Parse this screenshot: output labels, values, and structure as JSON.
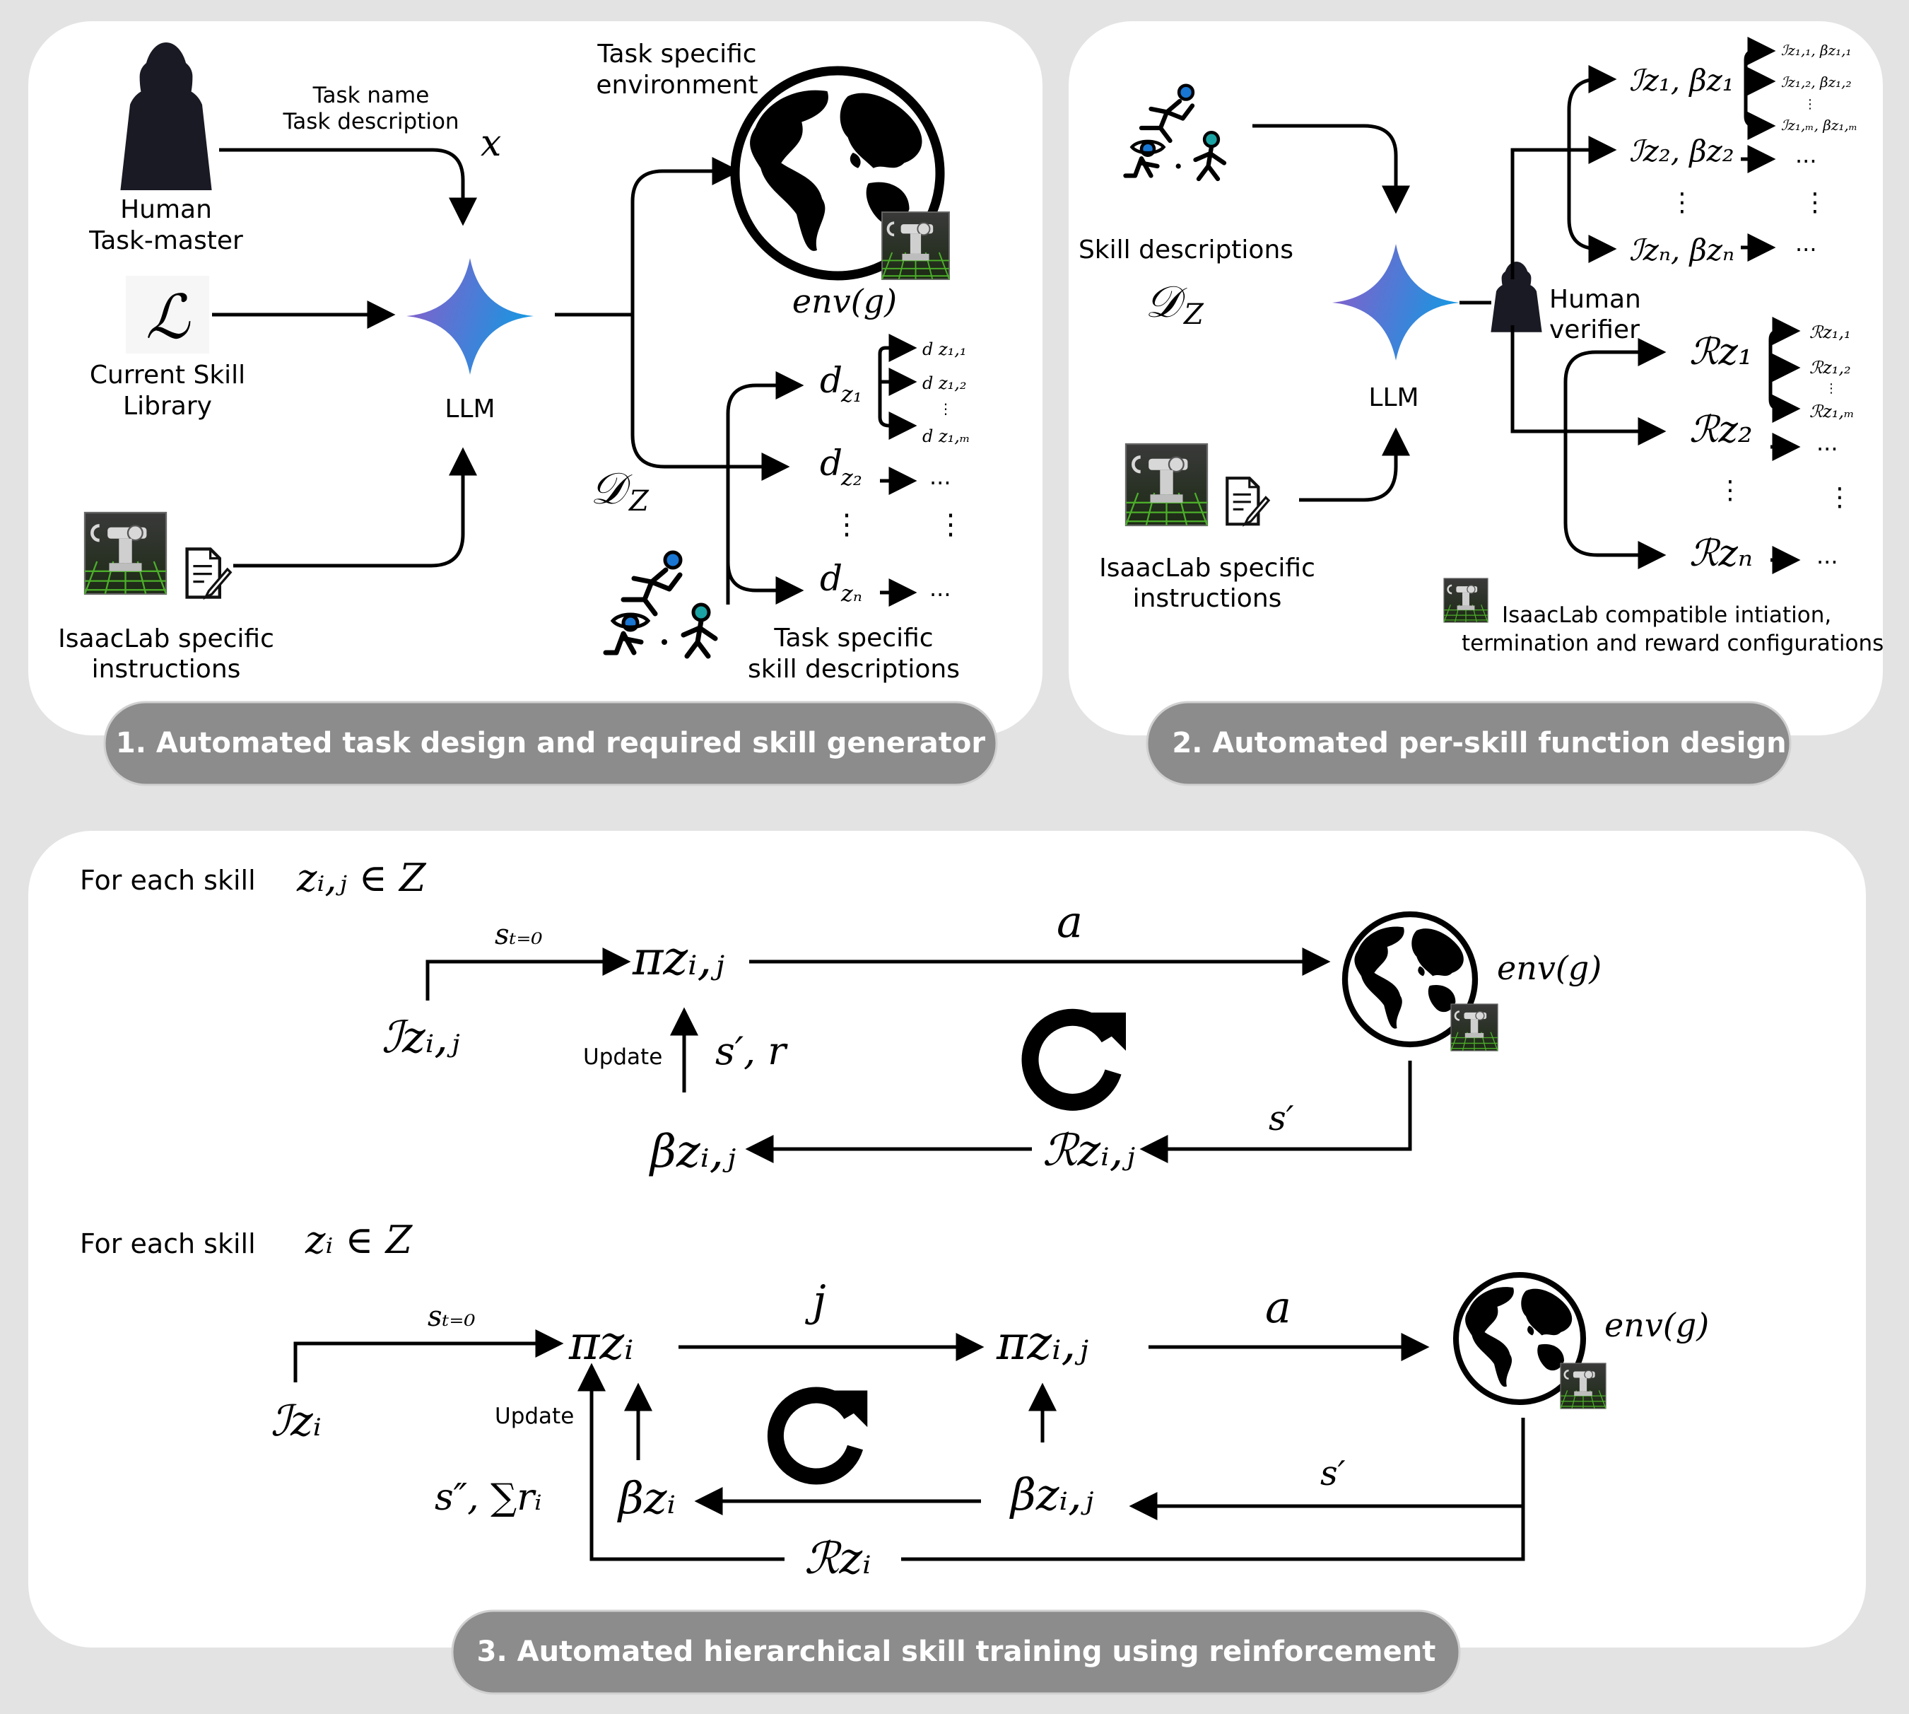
{
  "panel1": {
    "title": "1. Automated task design and required skill generator",
    "task_name_line1": "Task name",
    "task_name_line2": "Task description",
    "x_symbol": "x",
    "human_line1": "Human",
    "human_line2": "Task-master",
    "library_symbol": "ℒ",
    "library_line1": "Current Skill",
    "library_line2": "Library",
    "llm_label": "LLM",
    "isaac_line1": "IsaacLab specific",
    "isaac_line2": "instructions",
    "env_line1": "Task specific",
    "env_line2": "environment",
    "env_symbol": "env(g)",
    "dz_symbol": "𝒟",
    "dz_sub": "Z",
    "d1": "d",
    "d1_sub": "z₁",
    "d2": "d",
    "d2_sub": "z₂",
    "dn": "d",
    "dn_sub": "zₙ",
    "d11": "d z₁,₁",
    "d12": "d z₁,₂",
    "d1m": "d z₁,ₘ",
    "ellipsis": "...",
    "vdots": "⋮",
    "skill_desc_line1": "Task specific",
    "skill_desc_line2": "skill descriptions"
  },
  "panel2": {
    "title": "2. Automated per-skill function design",
    "skill_desc_label": "Skill descriptions",
    "dz_symbol": "𝒟",
    "dz_sub": "Z",
    "llm_label": "LLM",
    "isaac_line1": "IsaacLab specific",
    "isaac_line2": "instructions",
    "verifier_line1": "Human",
    "verifier_line2": "verifier",
    "ib1": "ℐz₁, βz₁",
    "ib2": "ℐz₂, βz₂",
    "ibn": "ℐzₙ, βzₙ",
    "ib11": "ℐz₁,₁, βz₁,₁",
    "ib12": "ℐz₁,₂, βz₁,₂",
    "ib1m": "ℐz₁,ₘ, βz₁,ₘ",
    "r1": "ℛz₁",
    "r2": "ℛz₂",
    "rn": "ℛzₙ",
    "r11": "ℛz₁,₁",
    "r12": "ℛz₁,₂",
    "r1m": "ℛz₁,ₘ",
    "ellipsis": "...",
    "vdots": "⋮",
    "compat_line1": "IsaacLab compatible intiation,",
    "compat_line2": "termination and reward configurations"
  },
  "panel3": {
    "title": "3. Automated hierarchical skill training using reinforcement",
    "loop1": {
      "heading": "For each skill",
      "heading_math": "zᵢ,ⱼ ∈ Z",
      "s_t0": "sₜ₌₀",
      "init": "ℐzᵢ,ⱼ",
      "policy": "πzᵢ,ⱼ",
      "action": "a",
      "env": "env(g)",
      "update": "Update",
      "sr": "s′, r",
      "s_prime": "s′",
      "beta": "βzᵢ,ⱼ",
      "reward": "ℛzᵢ,ⱼ"
    },
    "loop2": {
      "heading": "For each skill",
      "heading_math": "zᵢ ∈ Z",
      "s_t0": "sₜ₌₀",
      "init": "ℐzᵢ",
      "policy_high": "πzᵢ",
      "j": "j",
      "policy_low": "πzᵢ,ⱼ",
      "action": "a",
      "env": "env(g)",
      "update": "Update",
      "s_sum": "s″, ∑rᵢ",
      "s_prime": "s′",
      "beta_high": "βzᵢ",
      "beta_low": "βzᵢ,ⱼ",
      "reward": "ℛzᵢ"
    }
  },
  "colors": {
    "background": "#e3e3e3",
    "panel": "#ffffff",
    "pill": "#8c8c8c",
    "llm_star_start": "#8f59c9",
    "llm_star_end": "#1b95e0",
    "robot_grid": "#4caf2a"
  }
}
